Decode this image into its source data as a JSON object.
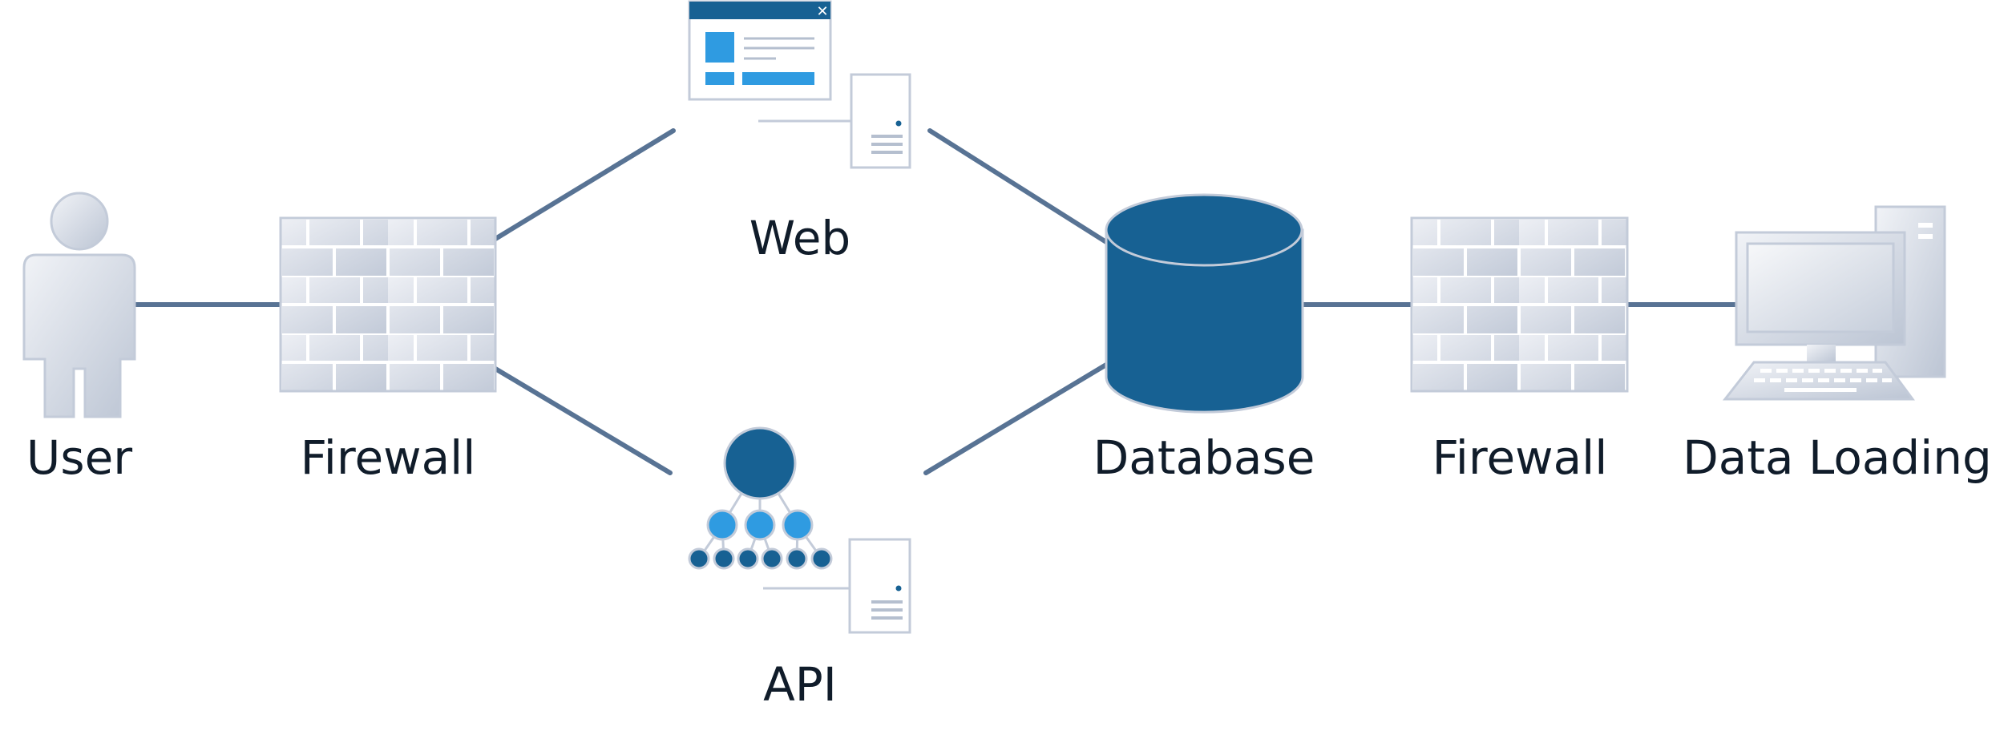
{
  "nodes": {
    "user": {
      "label": "User"
    },
    "firewall_left": {
      "label": "Firewall"
    },
    "web": {
      "label": "Web"
    },
    "api": {
      "label": "API"
    },
    "database": {
      "label": "Database"
    },
    "firewall_right": {
      "label": "Firewall"
    },
    "data_loading": {
      "label": "Data Loading"
    }
  },
  "colors": {
    "connector": "#587394",
    "primary_blue": "#176193",
    "accent_blue": "#2f9be1",
    "icon_gray": "#c3cbd9",
    "icon_outline": "#b5bfcf",
    "text": "#101c2a"
  }
}
